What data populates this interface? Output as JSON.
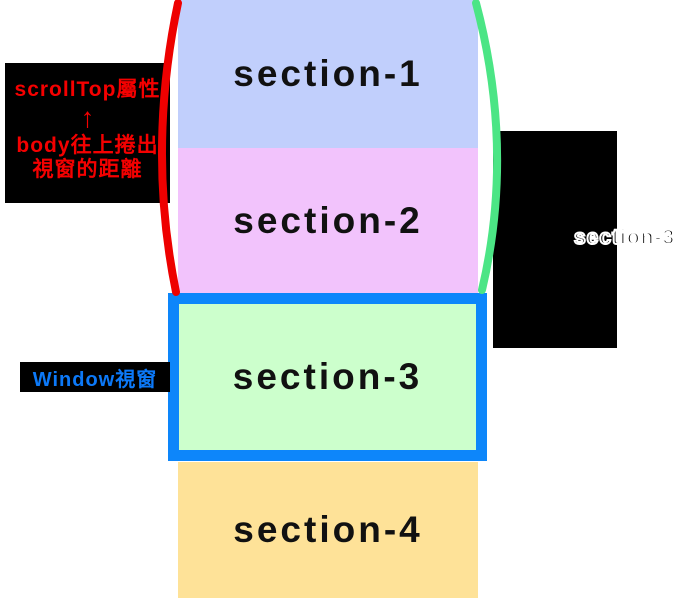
{
  "diagram": {
    "sections": [
      {
        "label": "section-1",
        "color": "#c1cffc"
      },
      {
        "label": "section-2",
        "color": "#f2c3fc"
      },
      {
        "label": "section-3",
        "color": "#ccffcc"
      },
      {
        "label": "section-4",
        "color": "#fee298"
      }
    ],
    "window": {
      "label": "Window視窗",
      "border_color": "#0d86fa",
      "label_color": "#0c79f8",
      "label_bg": "#000000"
    },
    "scrolltop_callout": {
      "bg": "#000000",
      "text_color": "#f40000",
      "title": "scrollTop屬性",
      "arrow": "↑",
      "description_line1": "body往上捲出",
      "description_line2": "視窗的距離"
    },
    "offset_callout": {
      "bg": "#000000",
      "label": "section-3"
    },
    "curves": {
      "red": "#ee0000",
      "green": "#4be585"
    }
  }
}
